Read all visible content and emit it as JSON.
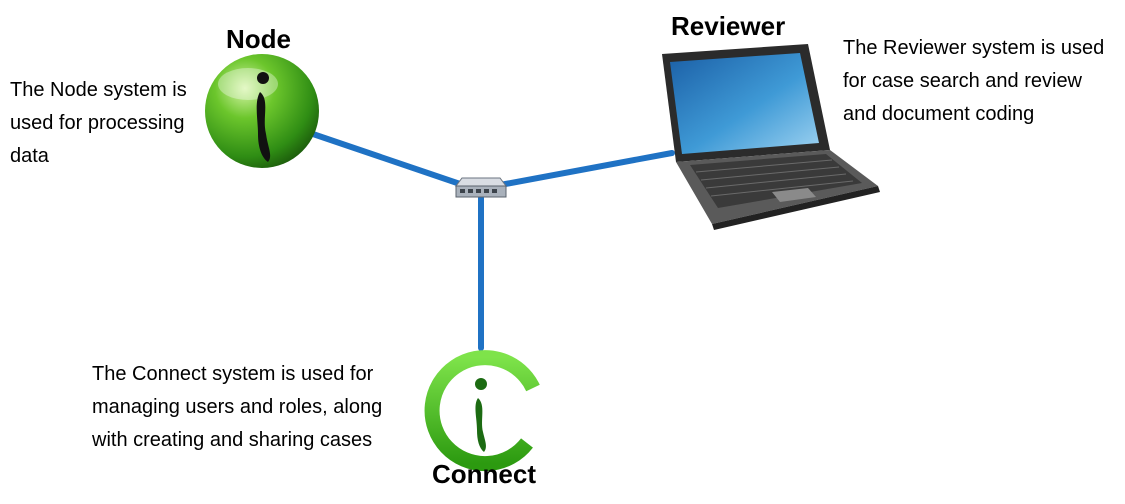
{
  "nodes": {
    "node": {
      "title": "Node",
      "description": [
        "The Node system is",
        "used for processing",
        "data"
      ],
      "icon": "green-i-sphere-icon"
    },
    "reviewer": {
      "title": "Reviewer",
      "description": [
        "The Reviewer system is used",
        "for case search and review",
        "and document coding"
      ],
      "icon": "laptop-icon"
    },
    "connect": {
      "title": "Connect",
      "description": [
        "The Connect system is used for",
        "managing users and roles, along",
        "with creating and sharing cases"
      ],
      "icon": "green-i-ring-icon"
    }
  },
  "hub": {
    "icon": "network-switch-icon"
  },
  "colors": {
    "link": "#1f72c4",
    "green": "#3fa81a",
    "dark_green": "#1c6b12"
  }
}
